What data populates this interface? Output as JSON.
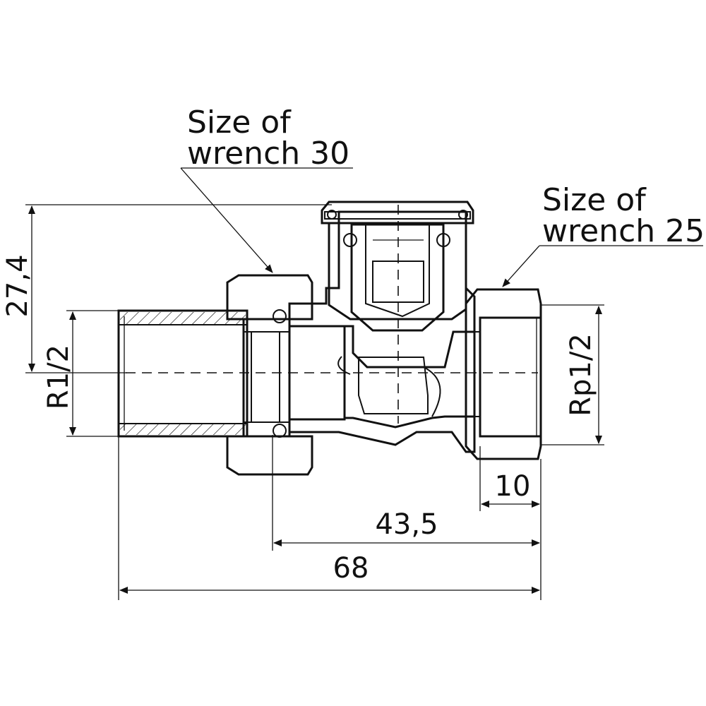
{
  "labels": {
    "wrench_left_line1": "Size of",
    "wrench_left_line2": "wrench 30",
    "wrench_right_line1": "Size of",
    "wrench_right_line2": "wrench 25",
    "thread_left": "R1/2",
    "thread_right": "Rp1/2"
  },
  "dimensions": {
    "height": "27,4",
    "thread_depth": "10",
    "body_length": "43,5",
    "total_length": "68"
  },
  "colors": {
    "ink": "#111111",
    "paper": "#ffffff"
  }
}
